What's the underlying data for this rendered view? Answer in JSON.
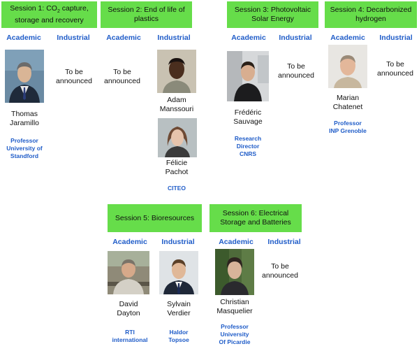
{
  "sessions": {
    "s1": {
      "title_prefix": "Session 1: CO",
      "title_sub": "2",
      "title_suffix": " capture, storage and recovery",
      "academic_label": "Academic",
      "industrial_label": "Industrial",
      "academic": {
        "name_line1": "Thomas",
        "name_line2": "Jaramillo",
        "affil_line1": "Professor",
        "affil_line2": "University of",
        "affil_line3": "Standford"
      },
      "industrial": {
        "tba_line1": "To be",
        "tba_line2": "announced"
      }
    },
    "s2": {
      "title_line1": "Session 2: End of life of",
      "title_line2": "plastics",
      "academic_label": "Academic",
      "industrial_label": "Industrial",
      "academic": {
        "tba_line1": "To be",
        "tba_line2": "announced"
      },
      "industrial": [
        {
          "name_line1": "Adam",
          "name_line2": "Manssouri"
        },
        {
          "name_line1": "Félicie",
          "name_line2": "Pachot",
          "affil_line1": "CITEO"
        }
      ]
    },
    "s3": {
      "title_line1": "Session 3: Photovoltaic",
      "title_line2": "Solar Energy",
      "academic_label": "Academic",
      "industrial_label": "Industrial",
      "academic": {
        "name_line1": "Frédéric",
        "name_line2": "Sauvage",
        "affil_line1": "Research",
        "affil_line2": "Director",
        "affil_line3": "CNRS"
      },
      "industrial": {
        "tba_line1": "To be",
        "tba_line2": "announced"
      }
    },
    "s4": {
      "title_line1": "Session 4: Decarbonized",
      "title_line2": "hydrogen",
      "academic_label": "Academic",
      "industrial_label": "Industrial",
      "academic": {
        "name_line1": "Marian",
        "name_line2": "Chatenet",
        "affil_line1": "Professor",
        "affil_line2": "INP Grenoble"
      },
      "industrial": {
        "tba_line1": "To be",
        "tba_line2": "announced"
      }
    },
    "s5": {
      "title_line1": "Session 5: Bioresources",
      "academic_label": "Academic",
      "industrial_label": "Industrial",
      "academic": {
        "name_line1": "David",
        "name_line2": "Dayton",
        "affil_line1": "RTI",
        "affil_line2": "international"
      },
      "industrial": {
        "name_line1": "Sylvain",
        "name_line2": "Verdier",
        "affil_line1": "Haldor",
        "affil_line2": "Topsoe"
      }
    },
    "s6": {
      "title_line1": "Session 6: Electrical",
      "title_line2": "Storage and Batteries",
      "academic_label": "Academic",
      "industrial_label": "Industrial",
      "academic": {
        "name_line1": "Christian",
        "name_line2": "Masquelier",
        "affil_line1": "Professor",
        "affil_line2": "University",
        "affil_line3": "Of Picardie"
      },
      "industrial": {
        "tba_line1": "To be",
        "tba_line2": "announced"
      }
    }
  },
  "colors": {
    "session_green": "#66dd4a",
    "label_blue": "#1f5cc8"
  }
}
